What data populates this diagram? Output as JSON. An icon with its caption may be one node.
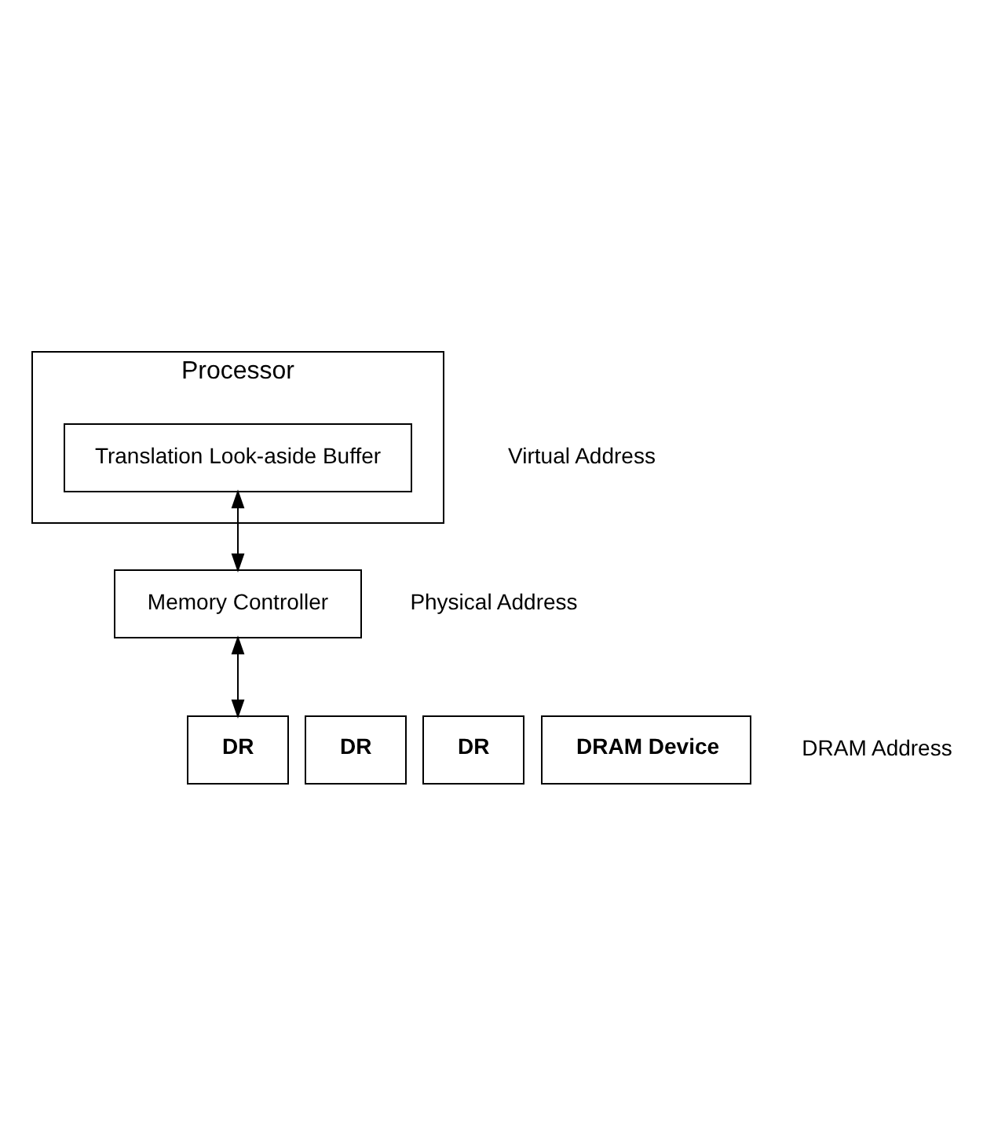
{
  "diagram": {
    "nodes": [
      {
        "text": [
          "Processor"
        ]
      },
      {
        "text": [
          "Translation Look-aside Buffer"
        ],
        "in": 0
      },
      {
        "text": [
          "Memory Controller"
        ]
      },
      {
        "text": [
          "DR"
        ]
      },
      {
        "text": [
          "DR"
        ]
      },
      {
        "text": [
          "DR"
        ]
      },
      {
        "text": [
          "DRAM Device"
        ]
      }
    ],
    "edges": [
      {
        "from": 1,
        "to": 2,
        "arrow": "both"
      },
      {
        "from": 2,
        "to": 3,
        "arrow": "both"
      }
    ],
    "labels": [
      "Virtual Address",
      "Physical Address",
      "DRAM Address"
    ]
  }
}
